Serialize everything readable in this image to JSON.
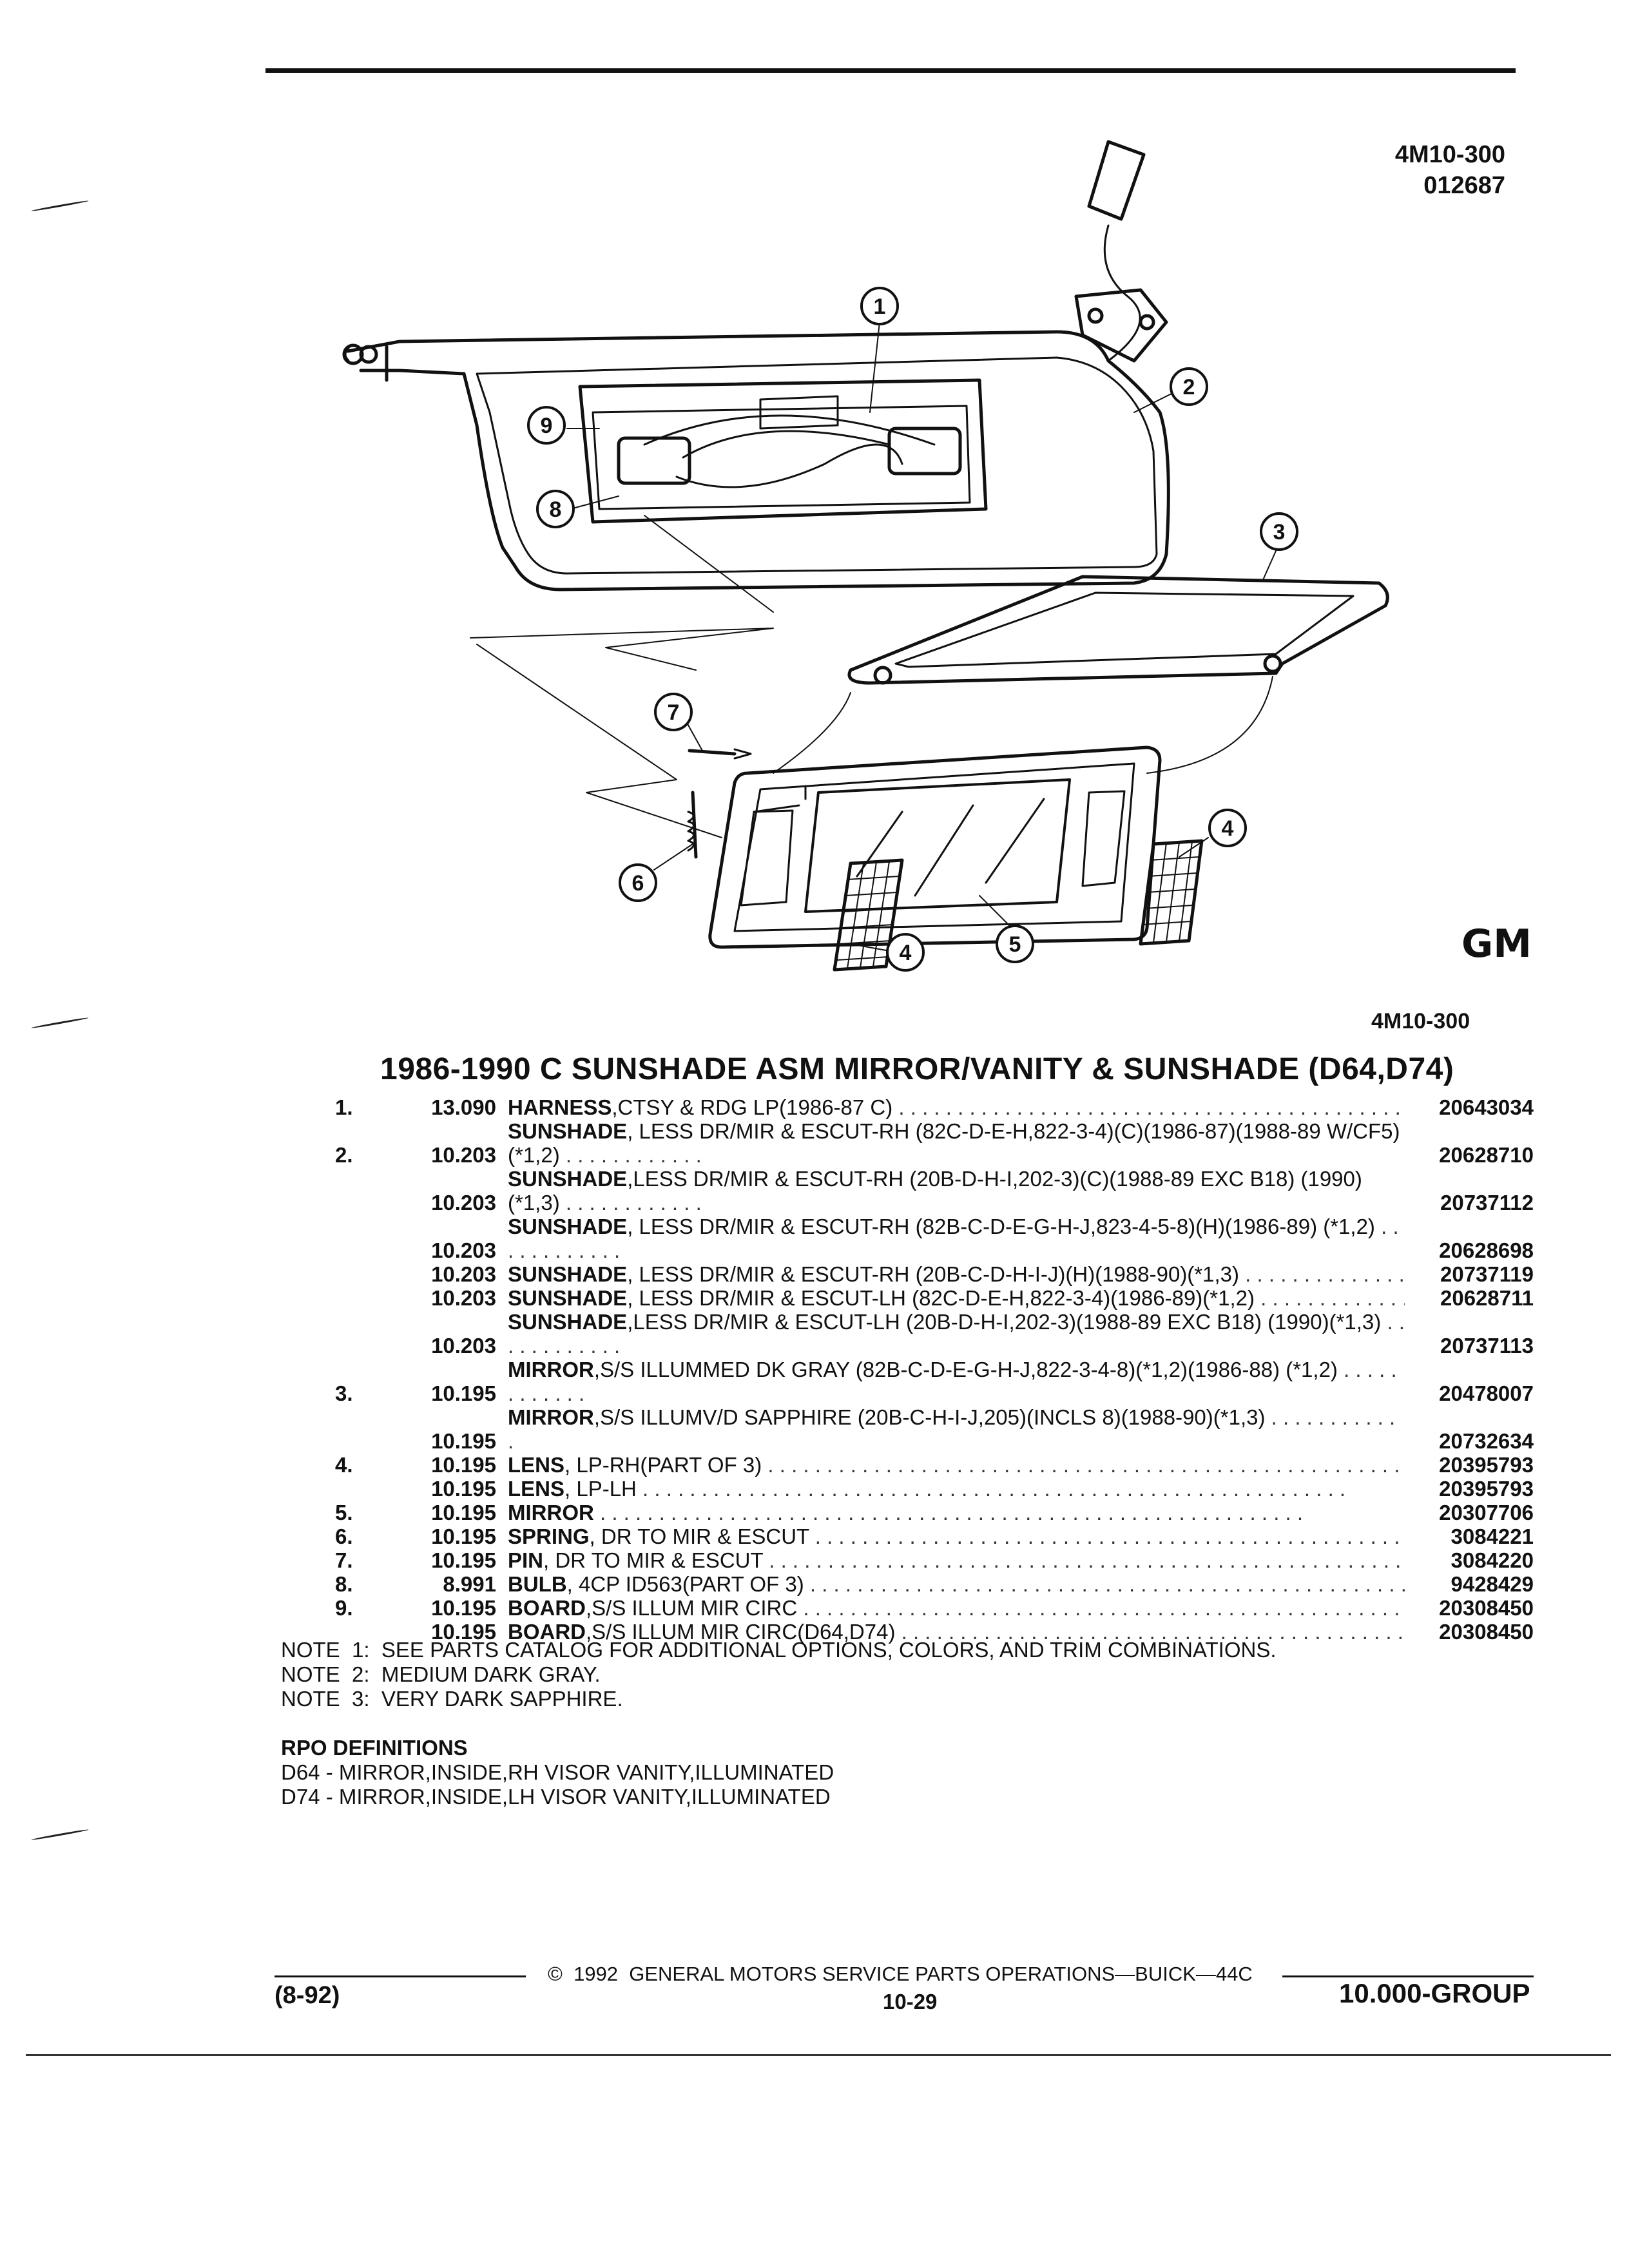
{
  "header": {
    "illustration_code": "4M10-300",
    "illustration_date": "012687"
  },
  "illustration": {
    "caption_code": "4M10-300",
    "callouts": [
      "1",
      "2",
      "3",
      "4",
      "4",
      "5",
      "6",
      "7",
      "8",
      "9"
    ],
    "logo": "GM"
  },
  "title": "1986-1990 C SUNSHADE ASM MIRROR/VANITY & SUNSHADE (D64,D74)",
  "parts": [
    {
      "item": "1.",
      "code": "13.090",
      "name": "HARNESS",
      "desc": ",CTSY & RDG LP(1986-87 C)",
      "part_no": "20643034"
    },
    {
      "item": "2.",
      "code": "10.203",
      "name": "SUNSHADE",
      "desc": ", LESS DR/MIR & ESCUT-RH (82C-D-E-H,822-3-4)(C)(1986-87)(1988-89 W/CF5)(*1,2)",
      "part_no": "20628710"
    },
    {
      "item": "",
      "code": "10.203",
      "name": "SUNSHADE",
      "desc": ",LESS DR/MIR & ESCUT-RH (20B-D-H-I,202-3)(C)(1988-89 EXC B18) (1990)(*1,3)",
      "part_no": "20737112"
    },
    {
      "item": "",
      "code": "10.203",
      "name": "SUNSHADE",
      "desc": ", LESS DR/MIR & ESCUT-RH (82B-C-D-E-G-H-J,823-4-5-8)(H)(1986-89) (*1,2)",
      "part_no": "20628698"
    },
    {
      "item": "",
      "code": "10.203",
      "name": "SUNSHADE",
      "desc": ", LESS DR/MIR & ESCUT-RH (20B-C-D-H-I-J)(H)(1988-90)(*1,3)",
      "part_no": "20737119"
    },
    {
      "item": "",
      "code": "10.203",
      "name": "SUNSHADE",
      "desc": ", LESS DR/MIR & ESCUT-LH (82C-D-E-H,822-3-4)(1986-89)(*1,2)",
      "part_no": "20628711"
    },
    {
      "item": "",
      "code": "10.203",
      "name": "SUNSHADE",
      "desc": ",LESS DR/MIR & ESCUT-LH (20B-D-H-I,202-3)(1988-89 EXC B18) (1990)(*1,3)",
      "part_no": "20737113"
    },
    {
      "item": "3.",
      "code": "10.195",
      "name": "MIRROR",
      "desc": ",S/S ILLUMMED DK GRAY (82B-C-D-E-G-H-J,822-3-4-8)(*1,2)(1986-88) (*1,2)",
      "part_no": "20478007"
    },
    {
      "item": "",
      "code": "10.195",
      "name": "MIRROR",
      "desc": ",S/S ILLUMV/D SAPPHIRE (20B-C-H-I-J,205)(INCLS 8)(1988-90)(*1,3)",
      "part_no": "20732634"
    },
    {
      "item": "4.",
      "code": "10.195",
      "name": "LENS",
      "desc": ", LP-RH(PART OF 3)",
      "part_no": "20395793"
    },
    {
      "item": "",
      "code": "10.195",
      "name": "LENS",
      "desc": ", LP-LH",
      "part_no": "20395793"
    },
    {
      "item": "5.",
      "code": "10.195",
      "name": "MIRROR",
      "desc": "",
      "part_no": "20307706"
    },
    {
      "item": "6.",
      "code": "10.195",
      "name": "SPRING",
      "desc": ", DR TO MIR & ESCUT",
      "part_no": "3084221"
    },
    {
      "item": "7.",
      "code": "10.195",
      "name": "PIN",
      "desc": ", DR TO MIR & ESCUT",
      "part_no": "3084220"
    },
    {
      "item": "8.",
      "code": "8.991",
      "name": "BULB",
      "desc": ", 4CP ID563(PART OF 3)",
      "part_no": "9428429"
    },
    {
      "item": "9.",
      "code": "10.195",
      "name": "BOARD",
      "desc": ",S/S ILLUM MIR CIRC",
      "part_no": "20308450"
    },
    {
      "item": "",
      "code": "10.195",
      "name": "BOARD",
      "desc": ",S/S ILLUM MIR CIRC(D64,D74)",
      "part_no": "20308450"
    }
  ],
  "notes": [
    "NOTE  1:  SEE PARTS CATALOG FOR ADDITIONAL OPTIONS, COLORS, AND TRIM COMBINATIONS.",
    "NOTE  2:  MEDIUM DARK GRAY.",
    "NOTE  3:  VERY DARK SAPPHIRE."
  ],
  "rpo": {
    "heading": "RPO DEFINITIONS",
    "items": [
      "D64 - MIRROR,INSIDE,RH VISOR VANITY,ILLUMINATED",
      "D74 - MIRROR,INSIDE,LH VISOR VANITY,ILLUMINATED"
    ]
  },
  "footer": {
    "date": "(8-92)",
    "copyright": "©  1992  GENERAL MOTORS SERVICE PARTS OPERATIONS—BUICK—44C",
    "page": "10-29",
    "group": "10.000-GROUP"
  }
}
